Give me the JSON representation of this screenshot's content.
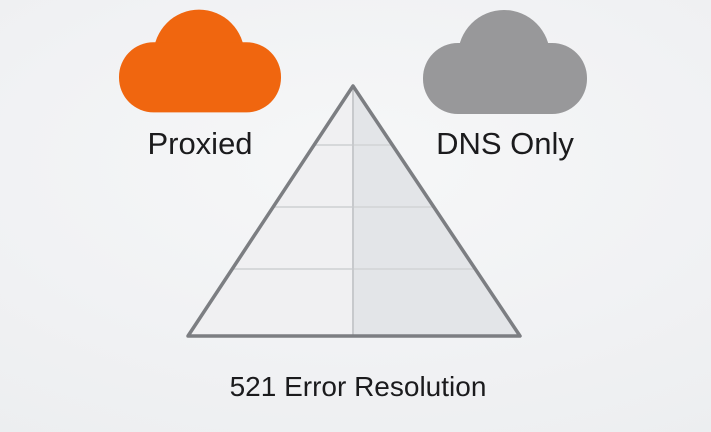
{
  "scene": {
    "background_center": "#f6f7f8",
    "background_edge": "#e7e9eb",
    "text_color": "#1b1b1d"
  },
  "clouds": [
    {
      "id": "proxied",
      "label": "Proxied",
      "color": "#F0660F"
    },
    {
      "id": "dns_only",
      "label": "DNS Only",
      "color": "#98989A"
    }
  ],
  "pyramid": {
    "caption": "521 Error Resolution",
    "levels": 4,
    "left_fill": "#F0F0F2",
    "right_fill": "#E3E5E8",
    "band_line_color": "#D6D8DA",
    "center_line_color": "#C7C9CC",
    "outline_color": "#7C7E82"
  }
}
